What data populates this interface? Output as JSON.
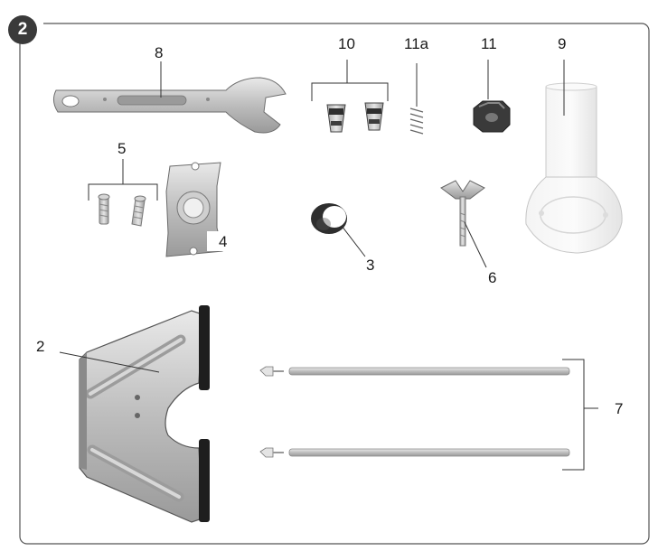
{
  "step_number": "2",
  "labels": {
    "wrench": "8",
    "collets": "10",
    "spring": "11a",
    "nut": "11",
    "dust_cap": "9",
    "screws": "5",
    "plate": "4",
    "ring": "3",
    "wing_bolt": "6",
    "base": "2",
    "rods": "7"
  }
}
